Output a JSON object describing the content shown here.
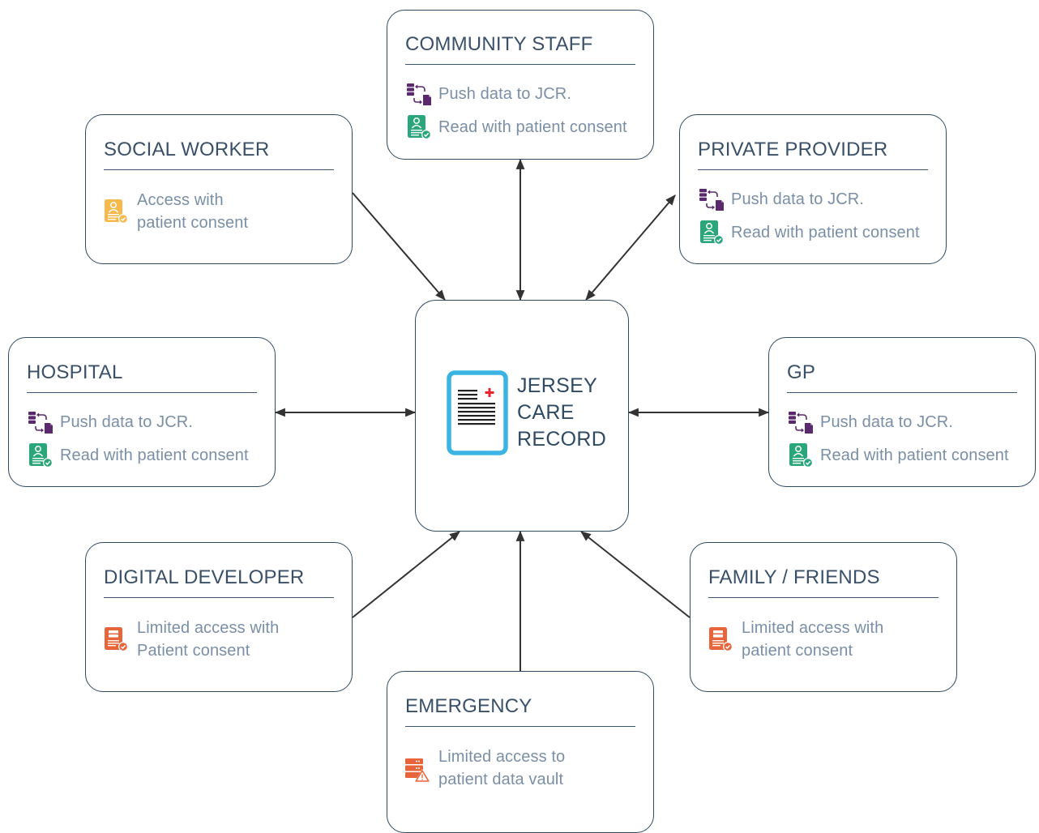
{
  "center": {
    "lines": [
      "JERSEY",
      "CARE",
      "RECORD"
    ]
  },
  "nodes": {
    "community_staff": {
      "title": "COMMUNITY STAFF",
      "rows": [
        {
          "icon": "push-data-icon",
          "text": "Push data to JCR."
        },
        {
          "icon": "consent-record-icon",
          "text": "Read with patient consent"
        }
      ]
    },
    "social_worker": {
      "title": "SOCIAL WORKER",
      "icon": "consent-access-icon",
      "lines": [
        "Access with",
        "patient consent"
      ]
    },
    "private_provider": {
      "title": "PRIVATE PROVIDER",
      "rows": [
        {
          "icon": "push-data-icon",
          "text": "Push data to JCR."
        },
        {
          "icon": "consent-record-icon",
          "text": "Read with patient consent"
        }
      ]
    },
    "hospital": {
      "title": "HOSPITAL",
      "rows": [
        {
          "icon": "push-data-icon",
          "text": "Push data to JCR."
        },
        {
          "icon": "consent-record-icon",
          "text": "Read with patient consent"
        }
      ]
    },
    "gp": {
      "title": "GP",
      "rows": [
        {
          "icon": "push-data-icon",
          "text": "Push data to JCR."
        },
        {
          "icon": "consent-record-icon",
          "text": "Read with patient consent"
        }
      ]
    },
    "digital_developer": {
      "title": "DIGITAL DEVELOPER",
      "icon": "limited-access-icon",
      "lines": [
        "Limited access with",
        "Patient consent"
      ]
    },
    "family_friends": {
      "title": "FAMILY / FRIENDS",
      "icon": "limited-access-icon",
      "lines": [
        "Limited access with",
        "patient consent"
      ]
    },
    "emergency": {
      "title": "EMERGENCY",
      "icon": "data-vault-warning-icon",
      "lines": [
        "Limited access to",
        "patient data vault"
      ]
    }
  },
  "colors": {
    "border": "#2f4a63",
    "arrow": "#333333",
    "muted_text": "#7a8fa6",
    "push_icon": "#5b2a6e",
    "consent_icon": "#2aa67a",
    "access_icon": "#f5b94d",
    "limited_icon": "#e8643a",
    "record_frame": "#3ab4e3",
    "record_cross": "#e8262b"
  },
  "edges": [
    {
      "from": "community_staff",
      "to": "center",
      "direction": "both"
    },
    {
      "from": "social_worker",
      "to": "center",
      "direction": "to-center"
    },
    {
      "from": "private_provider",
      "to": "center",
      "direction": "both"
    },
    {
      "from": "hospital",
      "to": "center",
      "direction": "both"
    },
    {
      "from": "gp",
      "to": "center",
      "direction": "both"
    },
    {
      "from": "digital_developer",
      "to": "center",
      "direction": "to-center"
    },
    {
      "from": "family_friends",
      "to": "center",
      "direction": "to-center"
    },
    {
      "from": "emergency",
      "to": "center",
      "direction": "to-center"
    }
  ]
}
